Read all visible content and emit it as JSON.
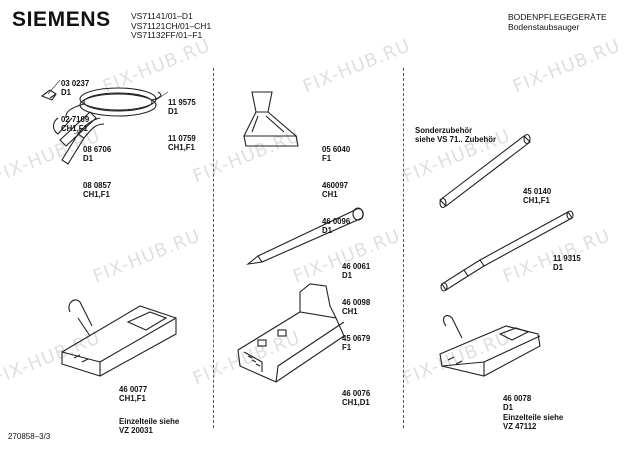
{
  "header": {
    "brand": "SIEMENS",
    "models": [
      "VS71141/01–D1",
      "VS71121CH/01–CH1",
      "VS71132FF/01–F1"
    ],
    "category": "BODENPFLEGEGERÄTE",
    "subcategory": "Bodenstaubsauger"
  },
  "parts": {
    "hose_clip": [
      "03 0237",
      "D1",
      "02 7109",
      "CH1,F1"
    ],
    "hose": [
      "11 9575",
      "D1",
      "11 0759",
      "CH1,F1"
    ],
    "handle_tube": [
      "08 6706",
      "D1",
      "08 0857",
      "CH1,F1"
    ],
    "upholstery_nozzle": [
      "05 6040",
      "F1",
      "460097",
      "CH1",
      "46 0096",
      "D1"
    ],
    "crevice_tool": [
      "46 0061",
      "D1",
      "46 0098",
      "CH1",
      "45 0679",
      "F1"
    ],
    "floor_nozzle_right": [
      "46 0076",
      "CH1,D1"
    ],
    "floor_nozzle_left": [
      "46 0077",
      "CH1,F1"
    ],
    "einzelteile_left": [
      "Einzelteile siehe",
      "VZ 20031"
    ],
    "tube_single": [
      "45 0140",
      "CH1,F1"
    ],
    "telescope_tube": [
      "11 9315",
      "D1"
    ],
    "accessory_nozzle": [
      "46 0078",
      "D1"
    ],
    "einzelteile_right": [
      "Einzelteile siehe",
      "VZ 47112"
    ],
    "accessory_note": [
      "Sonderzubehör",
      "siehe VS 71.. Zubehör"
    ]
  },
  "footer": {
    "page_code": "270858–3/3"
  },
  "watermark": "FIX-HUB.RU"
}
